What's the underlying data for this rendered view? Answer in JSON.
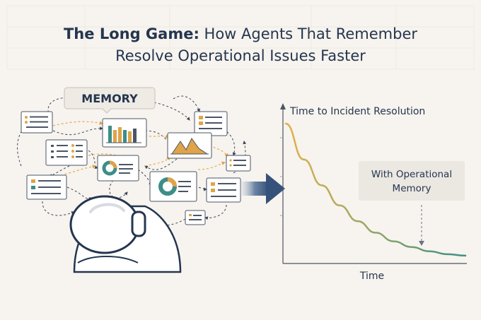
{
  "title": {
    "bold": "The Long Game:",
    "line1_rest": " How Agents That Remember",
    "line2": "Resolve Operational Issues Faster"
  },
  "memory_label": "MEMORY",
  "chart_data": {
    "type": "line",
    "ylabel": "Time to Incident Resolution",
    "xlabel": "Time",
    "annotation": {
      "line1": "With Operational",
      "line2": "Memory"
    },
    "series": [
      {
        "x": [
          0,
          0.1,
          0.2,
          0.3,
          0.4,
          0.5,
          0.6,
          0.7,
          0.8,
          0.9,
          1.0
        ],
        "y": [
          0.95,
          0.7,
          0.52,
          0.38,
          0.27,
          0.19,
          0.13,
          0.09,
          0.06,
          0.04,
          0.03
        ]
      }
    ],
    "gradient_colors": [
      "#e2b14a",
      "#7fa36b",
      "#3d8e86"
    ]
  },
  "colors": {
    "navy": "#24364f",
    "arrow": "#35527a",
    "orange": "#e0a348",
    "teal": "#3d8e86",
    "card_border": "#4b5565"
  }
}
